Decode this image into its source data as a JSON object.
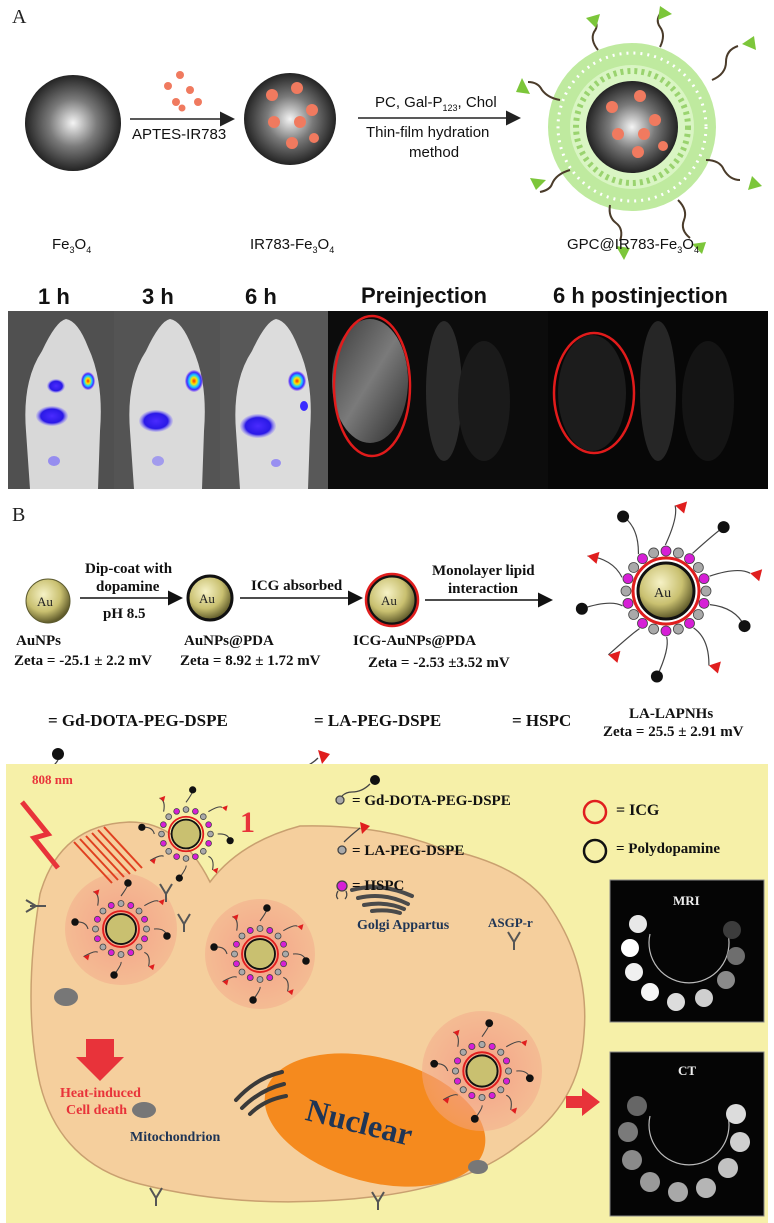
{
  "panel_a": {
    "letter": "A",
    "reagent_arrow1": "APTES-IR783",
    "reagent_arrow2_top_prefix": "PC, Gal-P",
    "reagent_arrow2_top_sub": "123",
    "reagent_arrow2_top_suffix": ", Chol",
    "reagent_arrow2_bottom_line1": "Thin-film hydration",
    "reagent_arrow2_bottom_line2": "method",
    "label_fe3o4_prefix": "Fe",
    "label_fe3o4_sub1": "3",
    "label_fe3o4_mid": "O",
    "label_fe3o4_sub2": "4",
    "label_ir_prefix": "IR783-Fe",
    "label_ir_sub1": "3",
    "label_ir_mid": "O",
    "label_ir_sub2": "4",
    "label_gpc_prefix": "GPC@IR783-Fe",
    "label_gpc_sub1": "3",
    "label_gpc_mid": "O",
    "label_gpc_sub2": "4",
    "time_1h": "1 h",
    "time_3h": "3 h",
    "time_6h": "6 h",
    "mri_pre": "Preinjection",
    "mri_post": "6 h postinjection"
  },
  "panel_b": {
    "letter": "B",
    "step1_top1": "Dip-coat with",
    "step1_top2": "dopamine",
    "step1_bottom": "pH 8.5",
    "step2_top": "ICG absorbed",
    "step3_top1": "Monolayer lipid",
    "step3_top2": "interaction",
    "au": "Au",
    "np1_name": "AuNPs",
    "np1_zeta": "Zeta = -25.1 ± 2.2 mV",
    "np2_name": "AuNPs@PDA",
    "np2_zeta": "Zeta = 8.92 ± 1.72 mV",
    "np3_name": "ICG-AuNPs@PDA",
    "np3_zeta": "Zeta = -2.53 ±3.52  mV",
    "np4_name": "LA-LAPNHs",
    "np4_zeta": "Zeta = 25.5 ± 2.91 mV",
    "legend_gd": "= Gd-DOTA-PEG-DSPE",
    "legend_la": "= LA-PEG-DSPE",
    "legend_hspc": "= HSPC"
  },
  "cell_scene": {
    "laser": "808 nm",
    "number": "1",
    "leg_gd": "Gd-DOTA-PEG-DSPE",
    "leg_la": "LA-PEG-DSPE",
    "leg_hspc": "HSPC",
    "leg_icg": "= ICG",
    "leg_pda": "= Polydopamine",
    "golgi": "Golgi Appartus",
    "asgpr": "ASGP-r",
    "heat1": "Heat-induced",
    "heat2": "Cell death",
    "nuclear": "Nuclear",
    "mito": "Mitochondrion",
    "mri": "MRI",
    "ct": "CT"
  },
  "colors": {
    "cell_bg": "#f6f0a8",
    "cell_body": "#f5cf9d",
    "nucleus": "#f58a1e",
    "arrow_red": "#e8333a",
    "icg_red": "#e02020",
    "hspc_magenta": "#d61fd6",
    "np_green": "#a5e07a"
  }
}
